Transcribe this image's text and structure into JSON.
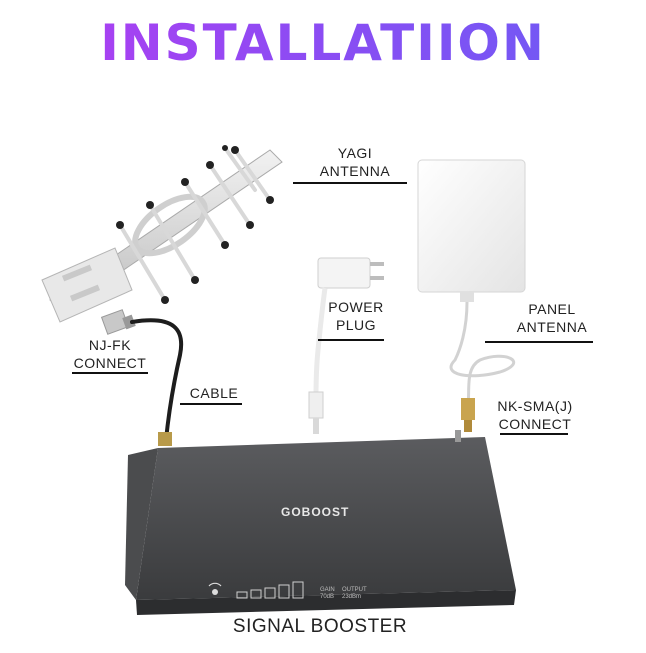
{
  "title": "INSTALLATIION",
  "labels": {
    "yagi_antenna": [
      "YAGI",
      "ANTENNA"
    ],
    "panel_antenna": [
      "PANEL",
      "ANTENNA"
    ],
    "power_plug": [
      "POWER",
      "PLUG"
    ],
    "nj_fk_connect": [
      "NJ-FK",
      "CONNECT"
    ],
    "cable": "CABLE",
    "nk_sma_connect": [
      "NK-SMA(J)",
      "CONNECT"
    ],
    "signal_booster": "SIGNAL BOOSTER"
  },
  "booster": {
    "brand": "GOBOOST",
    "gain_label": "GAIN",
    "gain_value": "70dB",
    "output_label": "OUTPUT",
    "output_value": "23dBm"
  },
  "colors": {
    "title_start": "#b43cf2",
    "title_end": "#6a5cf4",
    "booster_body": "#3b3c3e",
    "label_text": "#222222"
  }
}
